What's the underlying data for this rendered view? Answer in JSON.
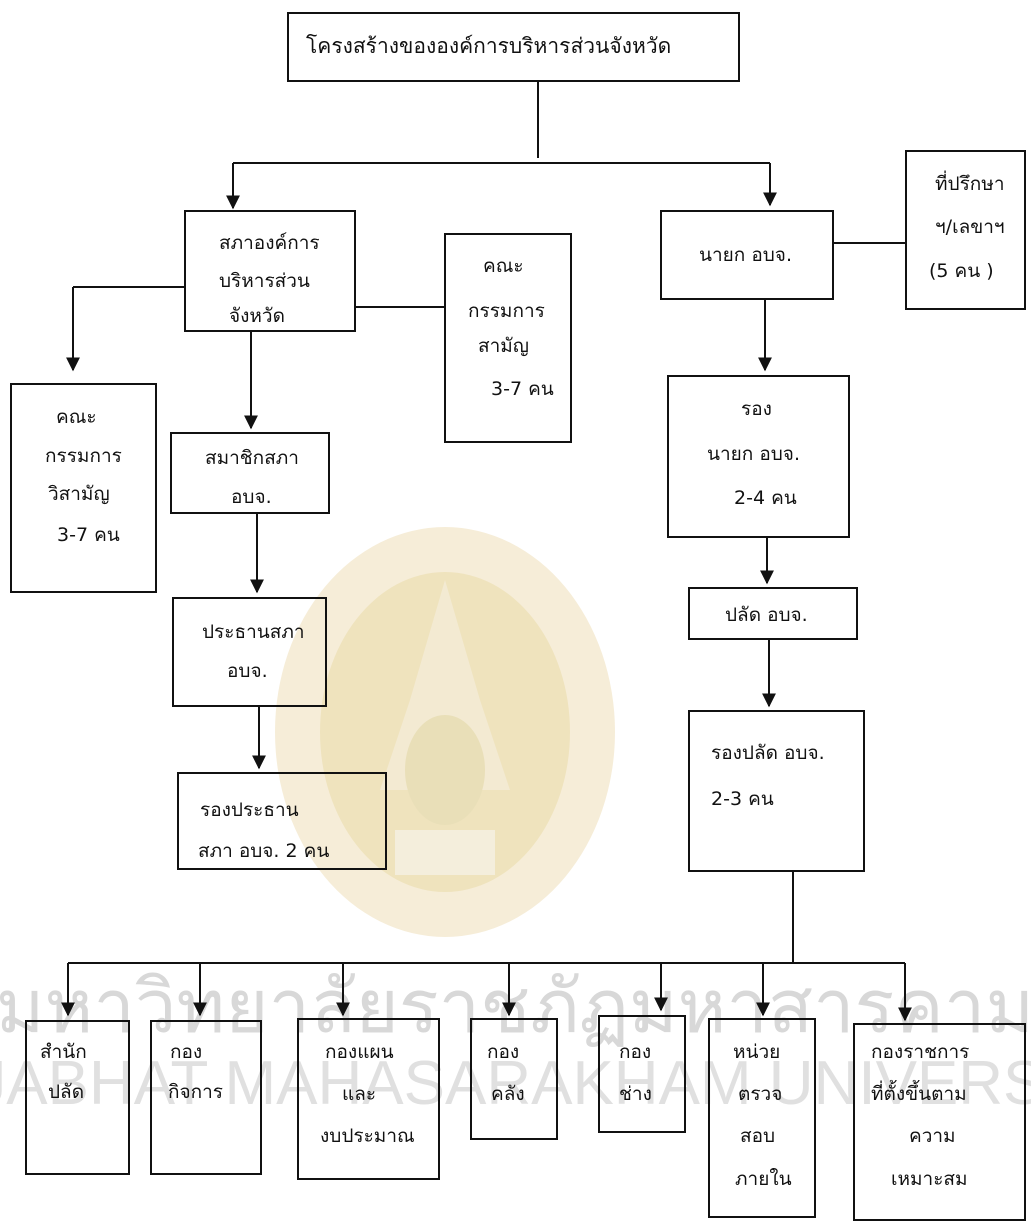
{
  "watermark": {
    "text": "มหาวิทยาลัยราชภัฏมหาสารคาม",
    "text_en": "RAJABHAT MAHASARAKHAM UNIVERSITY",
    "logo": "university-seal",
    "color": "#d9a95a"
  },
  "title": "โครงสร้างขององค์การบริหารส่วนจังหวัด",
  "council": {
    "lines": [
      "สภาองค์การ",
      "บริหารส่วน",
      "จังหวัด"
    ]
  },
  "ordinary_committee": {
    "lines": [
      "คณะ",
      "กรรมการ",
      "สามัญ",
      "3-7 คน"
    ]
  },
  "extraordinary_committee": {
    "lines": [
      "คณะ",
      "กรรมการ",
      "วิสามัญ",
      "3-7 คน"
    ]
  },
  "council_members": {
    "lines": [
      "สมาชิกสภา",
      "อบจ."
    ]
  },
  "council_president": {
    "lines": [
      "ประธานสภา",
      "อบจ."
    ]
  },
  "council_vice_president": {
    "lines": [
      "รองประธาน",
      "สภา อบจ. 2 คน"
    ]
  },
  "chief_executive": {
    "lines": [
      "นายก อบจ."
    ]
  },
  "advisors": {
    "lines": [
      "ที่ปรึกษา",
      "ฯ/เลขาฯ",
      "(5 คน )"
    ]
  },
  "deputy_chief": {
    "lines": [
      "รอง",
      "นายก อบจ.",
      "2-4 คน"
    ]
  },
  "permanent_secretary": {
    "lines": [
      "ปลัด อบจ."
    ]
  },
  "deputy_secretary": {
    "lines": [
      "รองปลัด อบจ.",
      "2-3 คน"
    ]
  },
  "divisions": [
    {
      "lines": [
        "สำนัก",
        "ปลัด"
      ]
    },
    {
      "lines": [
        "กอง",
        "กิจการ"
      ]
    },
    {
      "lines": [
        "กองแผน",
        "และ",
        "งบประมาณ"
      ]
    },
    {
      "lines": [
        "กอง",
        "คลัง"
      ]
    },
    {
      "lines": [
        "กอง",
        "ช่าง"
      ]
    },
    {
      "lines": [
        "หน่วย",
        "ตรวจ",
        "สอบ",
        "ภายใน"
      ]
    },
    {
      "lines": [
        "กองราชการ",
        "ที่ตั้งขึ้นตาม",
        "ความ",
        "เหมาะสม"
      ]
    }
  ]
}
